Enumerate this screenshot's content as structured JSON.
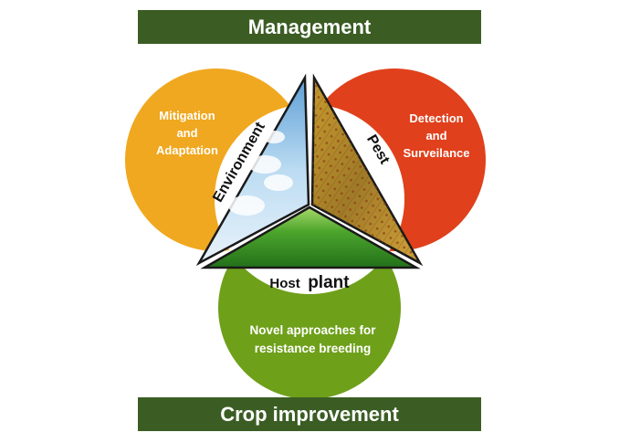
{
  "banners": {
    "top": "Management",
    "bottom": "Crop improvement"
  },
  "circles": {
    "left": {
      "lines": [
        "Mitigation",
        "and",
        "Adaptation"
      ],
      "color": "#f0a820"
    },
    "right": {
      "lines": [
        "Detection",
        "and",
        "Surveilance"
      ],
      "color": "#e0401c"
    },
    "bottom": {
      "lines": [
        "Novel approaches for",
        "resistance breeding"
      ],
      "color": "#6ea01a"
    }
  },
  "triangle": {
    "environment_label": "Environment",
    "pest_label": "Pest",
    "host_label_part1": "Host",
    "host_label_part2": "plant"
  },
  "colors": {
    "banner": "#3b5d24",
    "sky": "#8ec4ea",
    "grass": "#3f9e2a",
    "rust": "#b8862a"
  }
}
